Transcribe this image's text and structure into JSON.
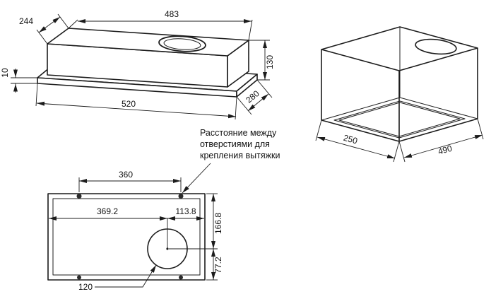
{
  "page": {
    "background": "#ffffff",
    "line_color": "#1c1c1c"
  },
  "hood_view": {
    "dims": {
      "top_width": "483",
      "top_depth": "244",
      "height": "130",
      "flange_height": "10",
      "bottom_width": "520",
      "bottom_depth": "280"
    }
  },
  "niche_view": {
    "dims": {
      "depth": "250",
      "width": "490"
    }
  },
  "front_view": {
    "dims": {
      "hole_spacing": "360",
      "duct_center_from_left": "369.2",
      "duct_center_from_right": "113.8",
      "duct_center_from_top": "166.8",
      "duct_center_from_bottom": "77.2",
      "duct_diameter": "120"
    },
    "annotation": {
      "lines": [
        "Расстояние между",
        "отверстиями для",
        "крепления вытяжки"
      ]
    }
  }
}
